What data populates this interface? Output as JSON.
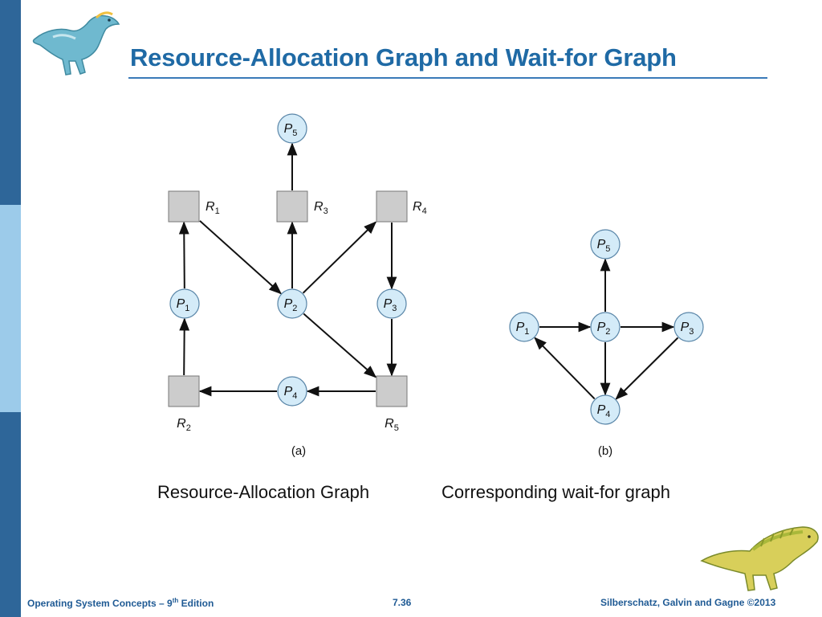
{
  "slide": {
    "title": "Resource-Allocation Graph and Wait-for Graph",
    "captions": {
      "left": "Resource-Allocation Graph",
      "right": "Corresponding wait-for graph"
    },
    "footer": {
      "book": "Operating System Concepts – 9",
      "book_sup": "th",
      "book_suffix": " Edition",
      "page": "7.36",
      "copyright": "Silberschatz, Galvin and Gagne ©2013"
    },
    "colors": {
      "band_dark": "#2e6699",
      "band_light": "#9ccbea",
      "title": "#1f6aa5",
      "process_fill": "#d4ebf8",
      "resource_fill": "#cccccc"
    }
  },
  "graph_a": {
    "label": "(a)",
    "processes": [
      {
        "id": "P5",
        "letter": "P",
        "sub": "5"
      },
      {
        "id": "P1",
        "letter": "P",
        "sub": "1"
      },
      {
        "id": "P2",
        "letter": "P",
        "sub": "2"
      },
      {
        "id": "P3",
        "letter": "P",
        "sub": "3"
      },
      {
        "id": "P4",
        "letter": "P",
        "sub": "4"
      }
    ],
    "resources": [
      {
        "id": "R1",
        "letter": "R",
        "sub": "1"
      },
      {
        "id": "R3",
        "letter": "R",
        "sub": "3"
      },
      {
        "id": "R4",
        "letter": "R",
        "sub": "4"
      },
      {
        "id": "R2",
        "letter": "R",
        "sub": "2"
      },
      {
        "id": "R5",
        "letter": "R",
        "sub": "5"
      }
    ],
    "edges": [
      {
        "from": "R3",
        "to": "P5"
      },
      {
        "from": "P1",
        "to": "R1"
      },
      {
        "from": "R1",
        "to": "P2"
      },
      {
        "from": "P2",
        "to": "R3"
      },
      {
        "from": "P2",
        "to": "R4"
      },
      {
        "from": "R4",
        "to": "P3"
      },
      {
        "from": "R2",
        "to": "P1"
      },
      {
        "from": "P2",
        "to": "R5"
      },
      {
        "from": "P3",
        "to": "R5"
      },
      {
        "from": "R5",
        "to": "P4"
      },
      {
        "from": "P4",
        "to": "R2"
      }
    ]
  },
  "graph_b": {
    "label": "(b)",
    "processes": [
      {
        "id": "P5",
        "letter": "P",
        "sub": "5"
      },
      {
        "id": "P1",
        "letter": "P",
        "sub": "1"
      },
      {
        "id": "P2",
        "letter": "P",
        "sub": "2"
      },
      {
        "id": "P3",
        "letter": "P",
        "sub": "3"
      },
      {
        "id": "P4",
        "letter": "P",
        "sub": "4"
      }
    ],
    "edges": [
      {
        "from": "P2",
        "to": "P5"
      },
      {
        "from": "P1",
        "to": "P2"
      },
      {
        "from": "P2",
        "to": "P3"
      },
      {
        "from": "P2",
        "to": "P4"
      },
      {
        "from": "P3",
        "to": "P4"
      },
      {
        "from": "P4",
        "to": "P1"
      }
    ]
  }
}
